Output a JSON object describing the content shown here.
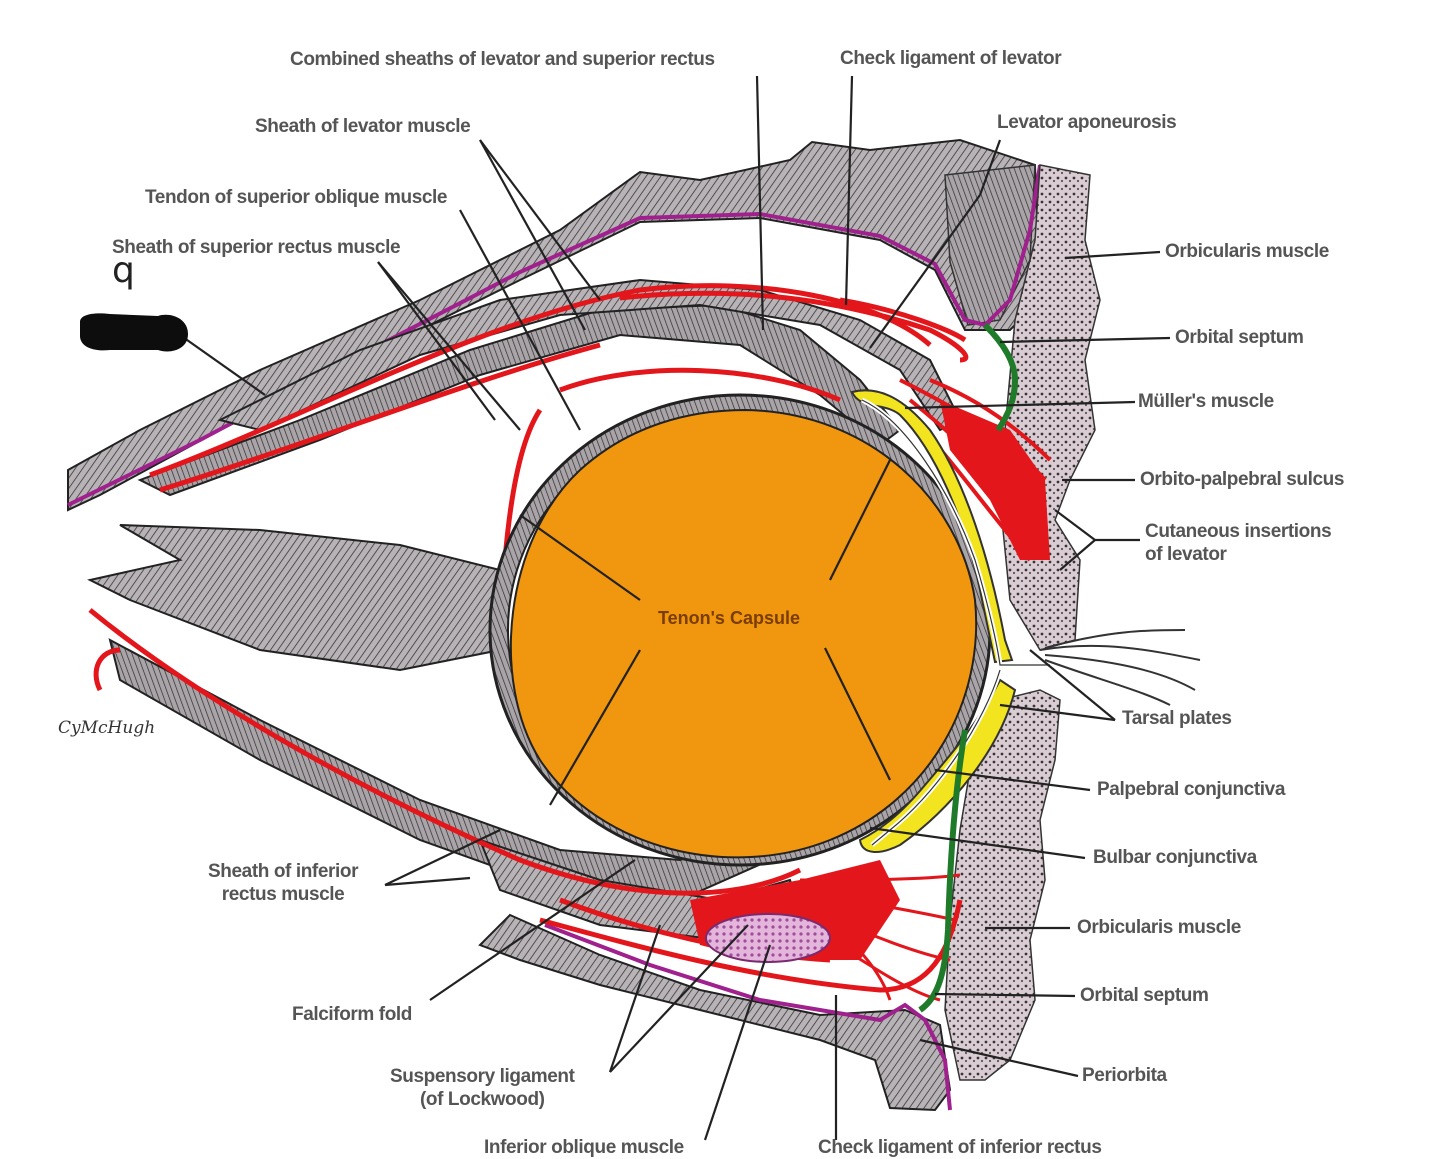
{
  "labels": {
    "combined_sheaths": "Combined sheaths of levator and superior rectus",
    "check_lig_levator": "Check ligament of levator",
    "sheath_levator": "Sheath of levator muscle",
    "levator_aponeurosis": "Levator aponeurosis",
    "tendon_sup_oblique": "Tendon of superior oblique muscle",
    "sheath_sup_rectus": "Sheath of superior rectus muscle",
    "orbicularis_upper": "Orbicularis muscle",
    "orbital_septum_upper": "Orbital septum",
    "mullers_muscle": "Müller's muscle",
    "orbito_palpebral": "Orbito-palpebral sulcus",
    "cutaneous_insertions": "Cutaneous insertions\nof levator",
    "tenons_capsule": "Tenon's Capsule",
    "tarsal_plates": "Tarsal plates",
    "palpebral_conj": "Palpebral conjunctiva",
    "bulbar_conj": "Bulbar conjunctiva",
    "sheath_inf_rectus": "Sheath of inferior\nrectus muscle",
    "orbicularis_lower": "Orbicularis muscle",
    "orbital_septum_lower": "Orbital septum",
    "falciform_fold": "Falciform fold",
    "periorbita": "Periorbita",
    "suspensory_lig": "Suspensory ligament\n(of Lockwood)",
    "inferior_oblique": "Inferior oblique muscle",
    "check_lig_inf_rectus": "Check ligament of inferior rectus"
  },
  "handwriting": {
    "mark": "q",
    "signature": "CyMcHugh"
  },
  "colors": {
    "globe": "#f0960f",
    "tenon_red": "#e3161b",
    "periorbita_purple": "#a0208e",
    "septum_green": "#1f7a2a",
    "tarsal_yellow": "#f2e41e",
    "muscle_gray": "#8f8a8e",
    "lockwood_pink": "#d9a3cf"
  }
}
